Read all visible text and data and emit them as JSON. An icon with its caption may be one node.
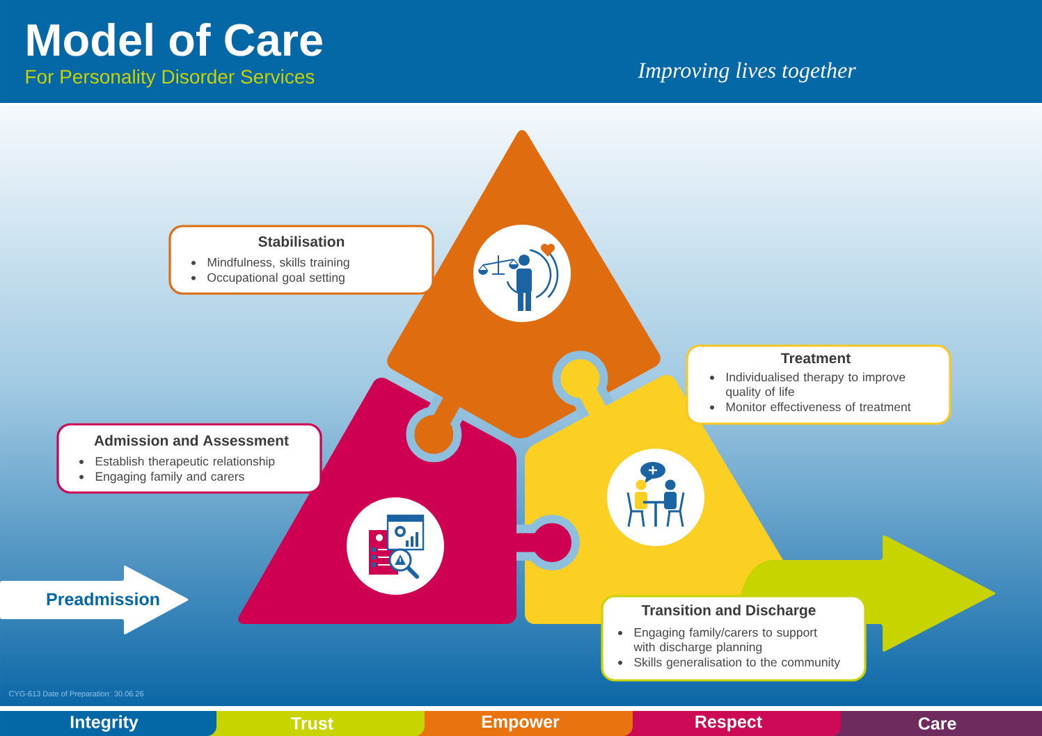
{
  "diagram": {
    "title": "Model of Care",
    "nodes": [
      {
        "text": [
          "Stabilisation",
          "Mindfulness, skills training",
          "Occupational goal setting"
        ]
      },
      {
        "text": [
          "Treatment",
          "Individualised therapy to improve quality of life",
          "Monitor effectiveness of treatment"
        ]
      },
      {
        "text": [
          "Admission and Assessment",
          "Establish therapeutic relationship",
          "Engaging family and carers"
        ]
      },
      {
        "text": [
          "Preadmission"
        ]
      },
      {
        "text": [
          "Transition and Discharge",
          "Engaging family/carers to support with discharge planning",
          "Skills generalisation to the community"
        ]
      },
      {
        "text": [
          "Integrity"
        ]
      },
      {
        "text": [
          "Trust"
        ]
      },
      {
        "text": [
          "Empower"
        ]
      },
      {
        "text": [
          "Respect"
        ]
      },
      {
        "text": [
          "Care"
        ]
      }
    ],
    "labels": [
      "For Personality Disorder Services",
      "Improving lives together",
      "CYG-613 Date of Preparation: 30.06.26"
    ]
  }
}
